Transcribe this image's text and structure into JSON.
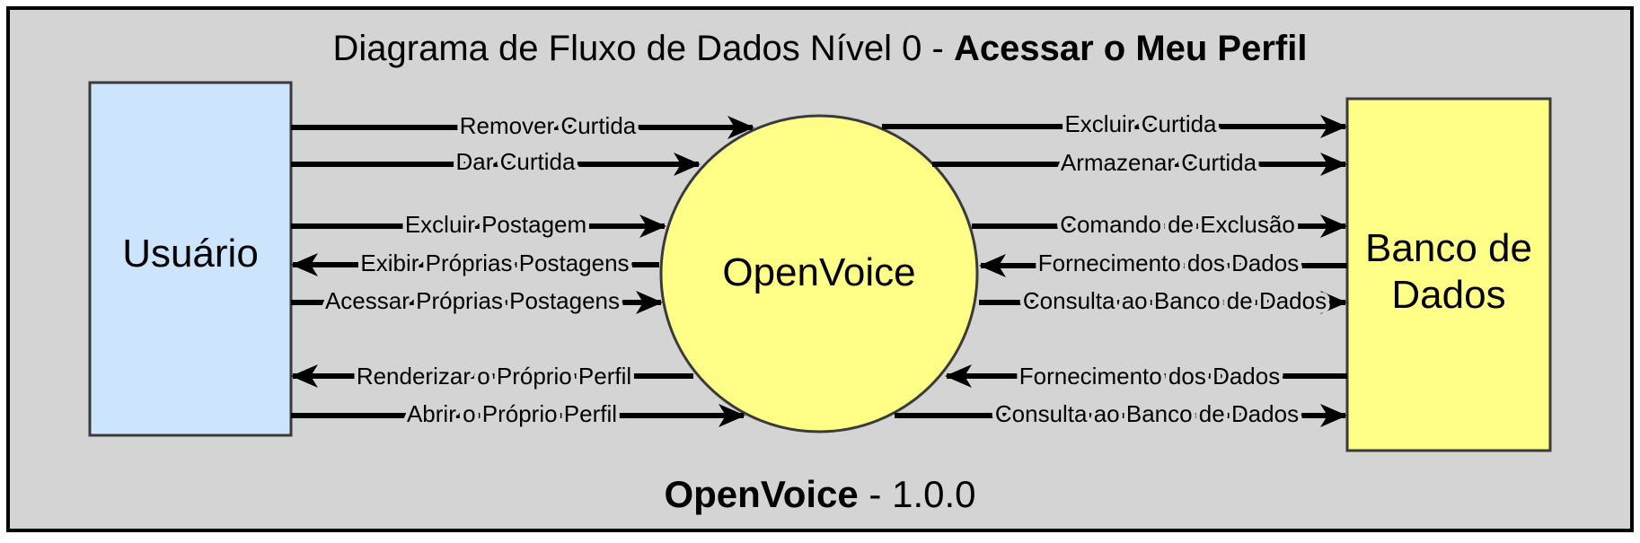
{
  "title": {
    "prefix": "Diagrama de Fluxo de Dados Nível 0 - ",
    "emphasis": "Acessar o Meu Perfil"
  },
  "footer": {
    "name": "OpenVoice",
    "version": " - 1.0.0"
  },
  "entities": {
    "user": "Usuário",
    "process": "OpenVoice",
    "database_line1": "Banco de",
    "database_line2": "Dados"
  },
  "flows": {
    "remover_curtida": "Remover Curtida",
    "dar_curtida": "Dar Curtida",
    "excluir_postagem": "Excluir Postagem",
    "exibir_postagens": "Exibir Próprias Postagens",
    "acessar_postagens": "Acessar Próprias Postagens",
    "renderizar_perfil": "Renderizar o Próprio Perfil",
    "abrir_perfil": "Abrir o Próprio Perfil",
    "excluir_curtida": "Excluir Curtida",
    "armazenar_curtida": "Armazenar Curtida",
    "comando_exclusao": "Comando de Exclusão",
    "fornecimento_1": "Fornecimento dos Dados",
    "consulta_1": "Consulta ao Banco de Dados",
    "fornecimento_2": "Fornecimento dos Dados",
    "consulta_2": "Consulta ao Banco de Dados"
  },
  "colors": {
    "background": "#d4d4d4",
    "user_fill": "#cce5fc",
    "process_fill": "#ffff88",
    "database_fill": "#ffff88",
    "stroke": "#3a3a3a",
    "arrow": "#000000"
  }
}
